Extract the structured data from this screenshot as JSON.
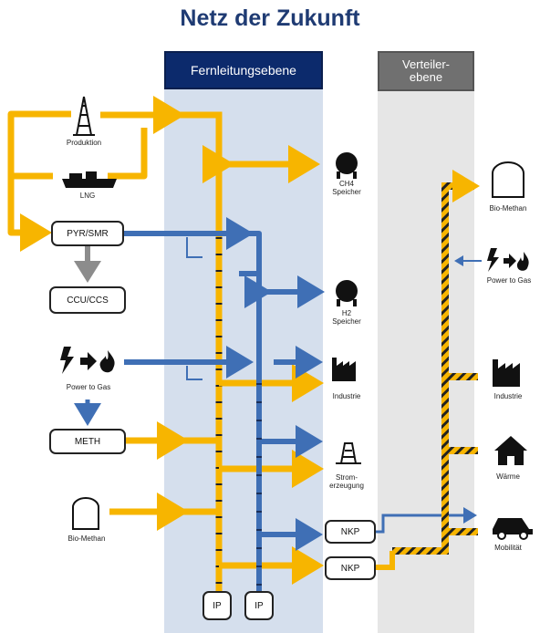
{
  "title": "Netz der Zukunft",
  "headers": {
    "fern": "Fernleitungsebene",
    "verteiler": "Verteiler-\nebene"
  },
  "sources": {
    "produktion": "Produktion",
    "lng": "LNG",
    "pyr_smr": "PYR/SMR",
    "ccu_ccs": "CCU/CCS",
    "power_to_gas": "Power to Gas",
    "meth": "METH",
    "bio_methan": "Bio-Methan"
  },
  "sinks": {
    "ch4_speicher": "CH4\nSpeicher",
    "h2_speicher": "H2\nSpeicher",
    "industrie": "Industrie",
    "stromerzeugung": "Strom-\nerzeugung",
    "nkp_1": "NKP",
    "nkp_2": "NKP"
  },
  "ip_boxes": [
    "IP",
    "IP"
  ],
  "distribution": {
    "bio_methan": "Bio-Methan",
    "power_to_gas": "Power to Gas",
    "industrie": "Industrie",
    "waerme": "Wärme",
    "mobilitaet": "Mobilität"
  },
  "colors": {
    "ch4": "#f7b500",
    "h2": "#3f6fb5",
    "grey_flow": "#8c8c8c",
    "band_fern": "#d5dfed",
    "band_vert": "#e6e6e6",
    "title": "#1f3b73"
  }
}
